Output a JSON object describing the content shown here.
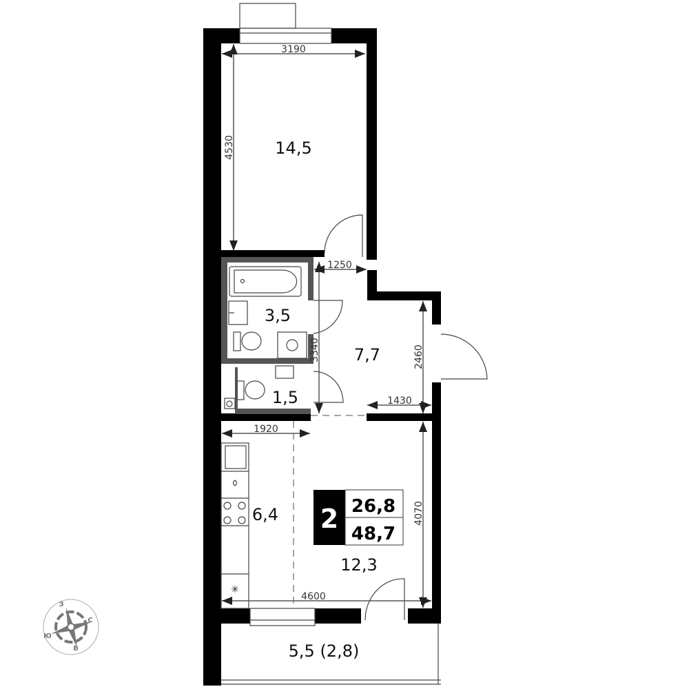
{
  "plan": {
    "rooms": [
      {
        "id": "bedroom",
        "area": "14,5"
      },
      {
        "id": "bathroom",
        "area": "3,5"
      },
      {
        "id": "hall",
        "area": "7,7"
      },
      {
        "id": "wc",
        "area": "1,5"
      },
      {
        "id": "kitchen",
        "area": "6,4"
      },
      {
        "id": "living",
        "area": "12,3"
      },
      {
        "id": "balcony",
        "area": "5,5 (2,8)"
      }
    ],
    "dimensions": {
      "bedroom_width": "3190",
      "bedroom_length": "4530",
      "hall_top": "1250",
      "hall_length": "3340",
      "hall_right": "2460",
      "hall_bottom": "1430",
      "kitchen_width": "1920",
      "living_width": "4600",
      "living_length": "4070"
    },
    "summary": {
      "rooms_count": "2",
      "living_area": "26,8",
      "total_area": "48,7"
    },
    "compass": {
      "n": "С",
      "s": "Ю",
      "w": "З",
      "e": "В"
    }
  },
  "colors": {
    "wall": "#000000",
    "wet_wall": "#555555",
    "dimension": "#555555"
  }
}
